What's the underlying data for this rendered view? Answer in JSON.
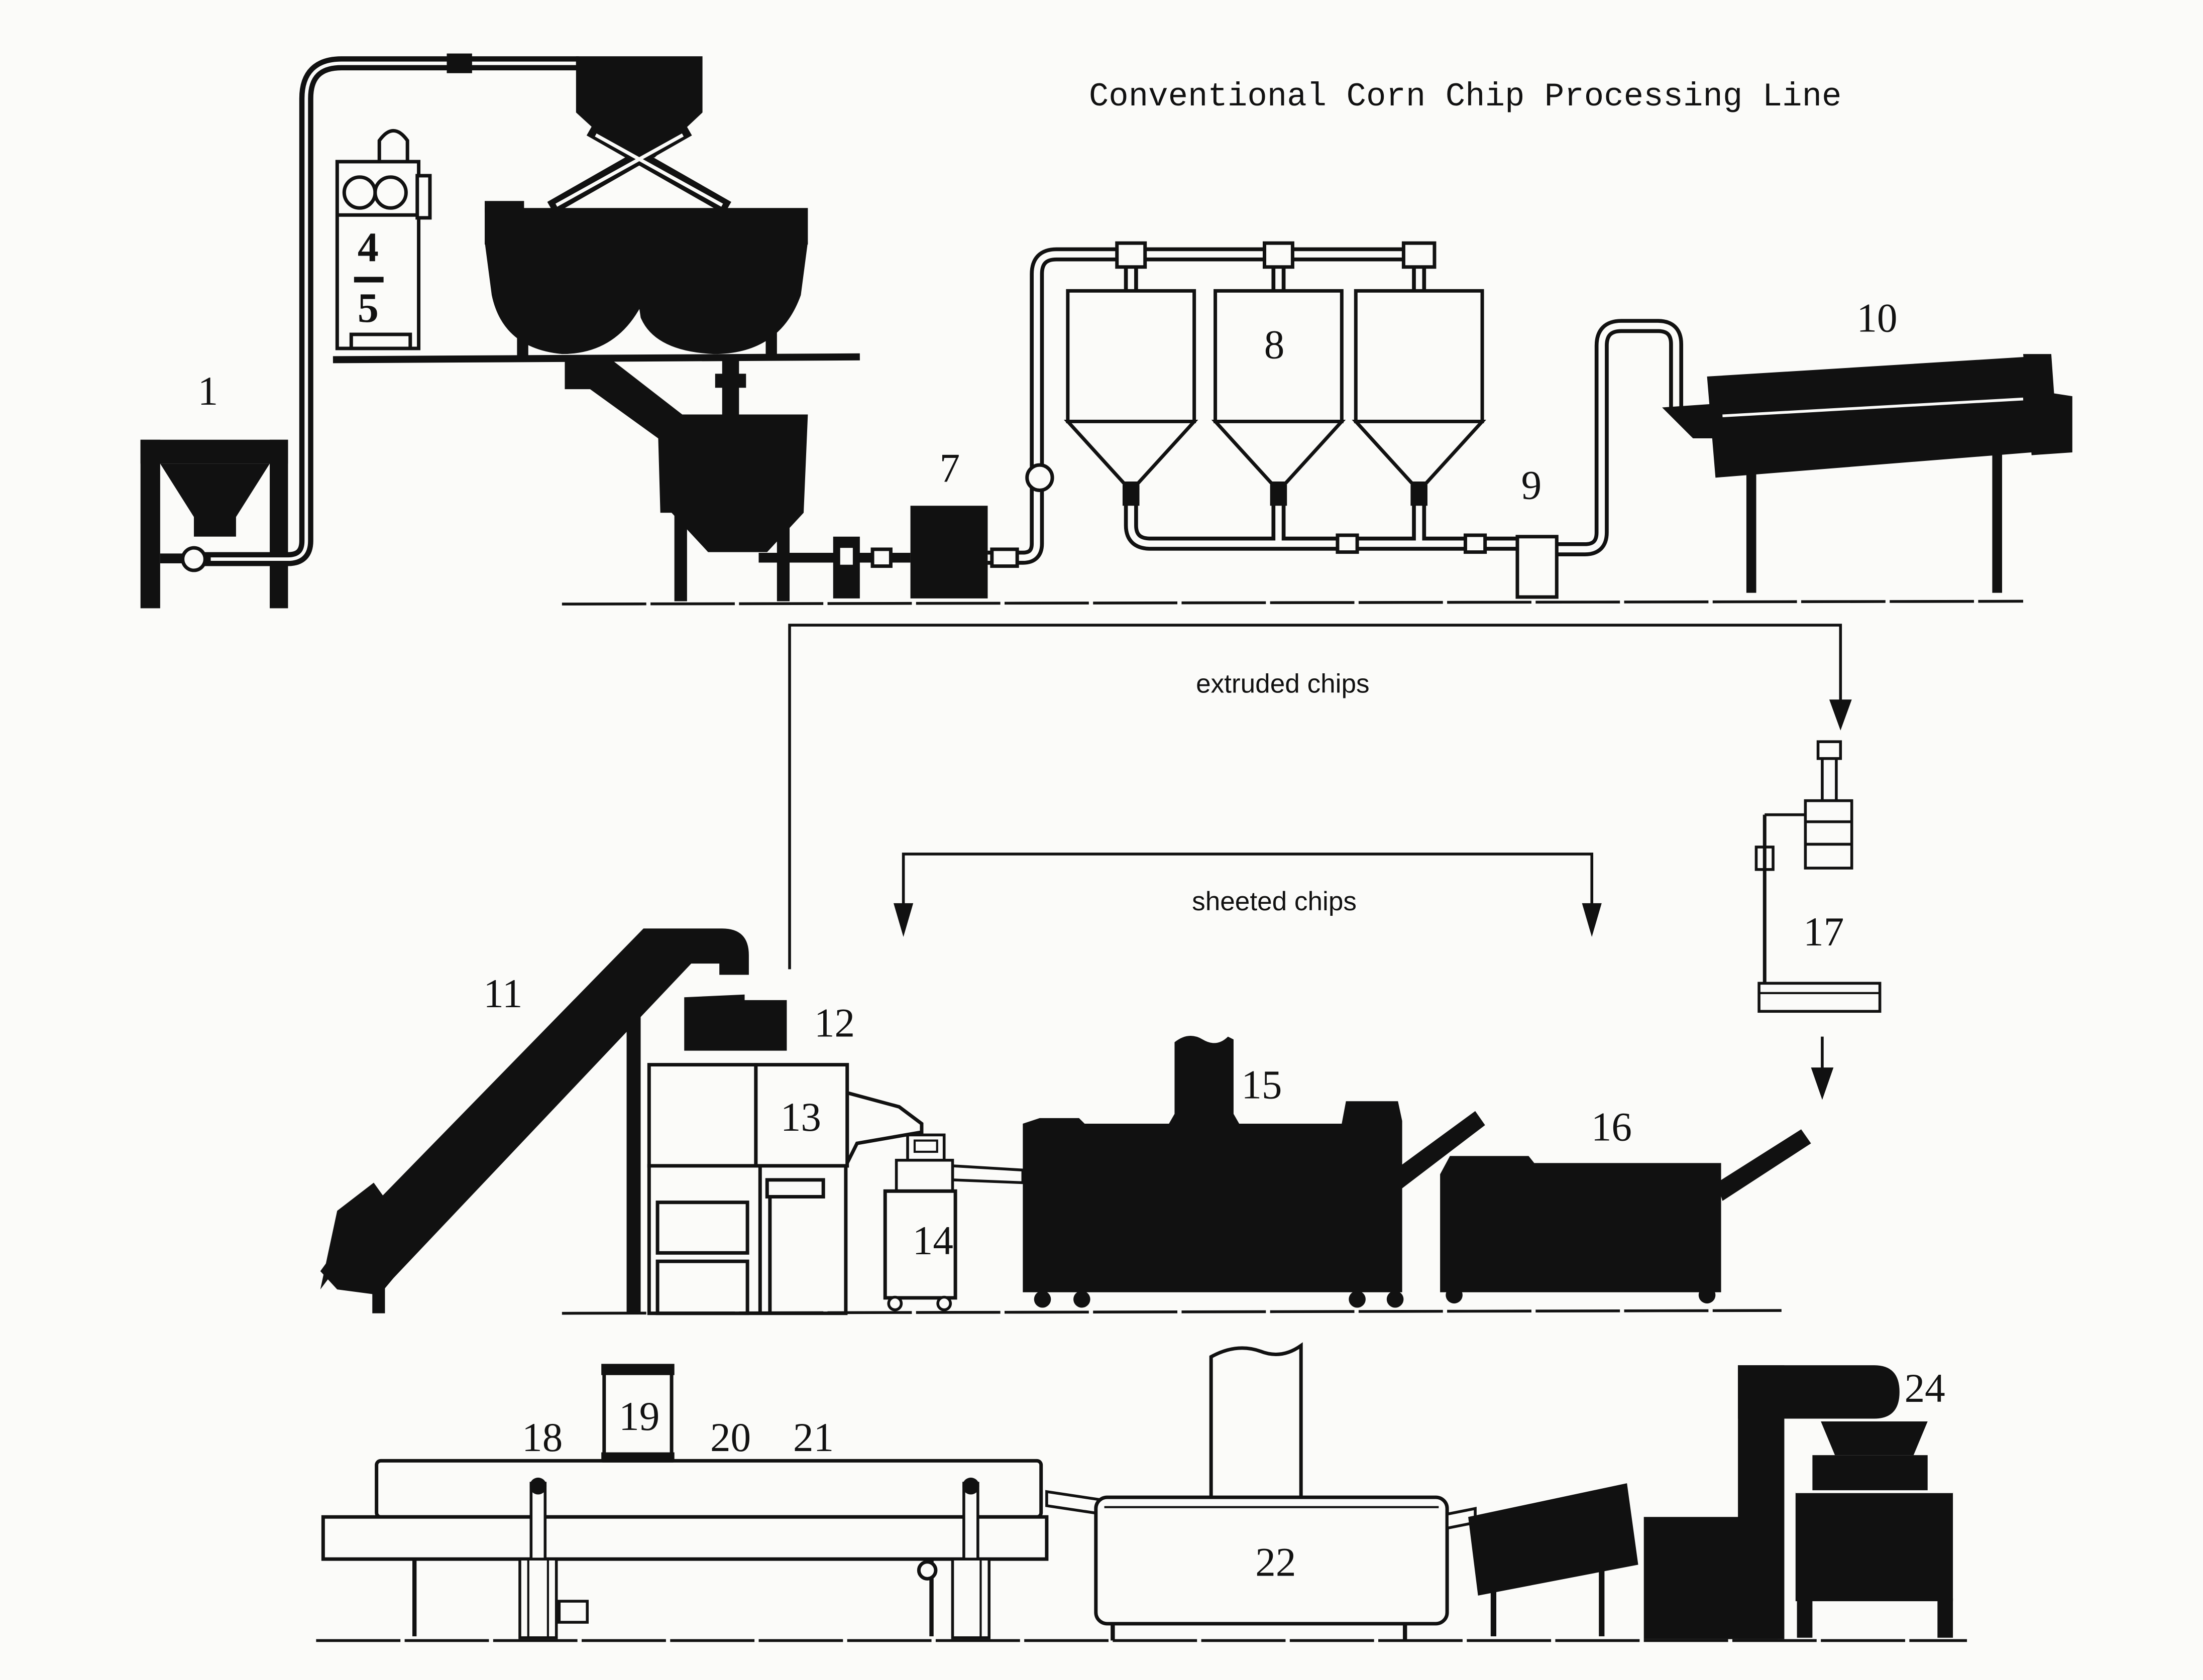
{
  "title": "Conventional Corn Chip Processing Line",
  "flows": {
    "extruded": "extruded chips",
    "sheeted": "sheeted chips"
  },
  "labels": {
    "m1": "1",
    "m4": "4",
    "m5": "5",
    "m7": "7",
    "m8": "8",
    "m9": "9",
    "m10": "10",
    "m11": "11",
    "m12": "12",
    "m13": "13",
    "m14": "14",
    "m15": "15",
    "m16": "16",
    "m17": "17",
    "m18": "18",
    "m19": "19",
    "m20": "20",
    "m21": "21",
    "m22": "22",
    "m24": "24"
  },
  "colors": {
    "ink": "#111111",
    "paper": "#fbfbf9"
  }
}
